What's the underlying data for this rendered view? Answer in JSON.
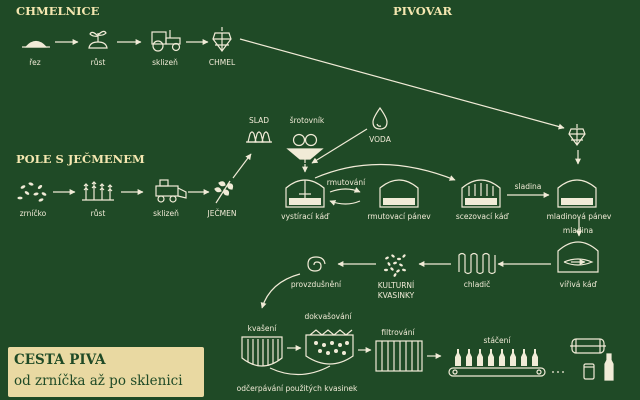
{
  "headings": {
    "hop_field": "CHMELNICE",
    "brewery": "PIVOVAR",
    "barley_field": "POLE S JEČMENEM"
  },
  "banner": {
    "line1": "CESTA PIVA",
    "line2": "od zrníčka až po sklenici"
  },
  "hop_row": [
    "řez",
    "růst",
    "sklizeň",
    "CHMEL"
  ],
  "barley_row": [
    "zrníčko",
    "růst",
    "sklizeň",
    "JEČMEN"
  ],
  "malt": {
    "slad": "SLAD",
    "mill": "šrotovník",
    "water": "VODA"
  },
  "brewhouse": {
    "mash_tun": "vystírací káď",
    "decoction_label": "rmutování",
    "decoction_pan": "rmutovací pánev",
    "lauter_tun": "scezovací káď",
    "sparge_label": "sladina",
    "wort_kettle": "mladinová pánev",
    "wort_label": "mladina",
    "whirlpool": "vířivá káď"
  },
  "cellar": {
    "cooler": "chladič",
    "yeast": "KULTURNÍ KVASINKY",
    "aeration": "provzdušnění",
    "fermentation": "kvašení",
    "maturation": "dokvašování",
    "yeast_removal": "odčerpávání použitých kvasinek",
    "filtration": "filtrování",
    "bottling": "stáčení"
  },
  "colors": {
    "background": "#1f4a26",
    "line": "#f1ebd7",
    "heading": "#f4e7b0",
    "banner": "#e9d9a2"
  },
  "icons": [
    "hop-root-icon",
    "sprout-icon",
    "tractor-icon",
    "hop-cone-icon",
    "grain-icon",
    "barley-plants-icon",
    "combine-harvester-icon",
    "wheat-ear-icon",
    "malt-icon",
    "mill-icon",
    "water-drop-icon",
    "tank-icon",
    "spiral-icon",
    "yeast-icon",
    "cooler-coil-icon",
    "conveyor-icon",
    "keg-icon",
    "can-icon",
    "bottle-icon"
  ]
}
